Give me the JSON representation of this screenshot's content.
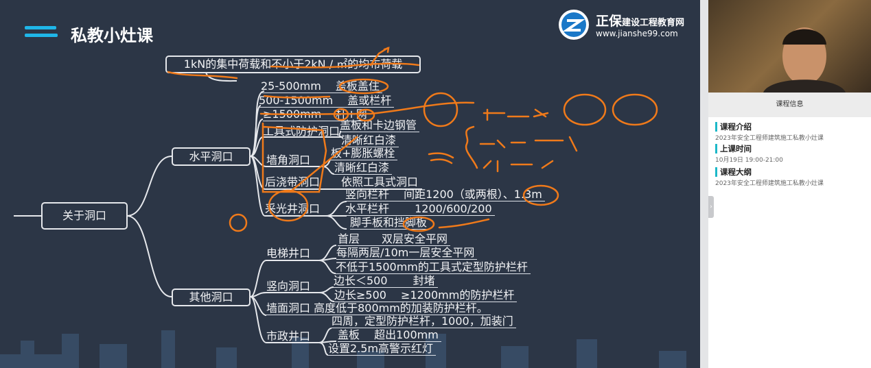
{
  "slide": {
    "title": "私教小灶课",
    "brand": {
      "name": "正保",
      "subtitle": "建设工程教育网",
      "url": "www.jianshe99.com"
    },
    "accent_color": "#1fb6e8",
    "annotation_color": "#f07a1a",
    "mindmap": {
      "root": "关于洞口",
      "top_note": "1kN的集中荷载和不小于2kN / ㎡的均布荷载",
      "horizontal": {
        "label": "水平洞口",
        "items": [
          "25-500mm　 盖板盖住",
          "500-1500mm　 盖或栏杆",
          "≥1500mm　 杆+网",
          "工具式防护洞口",
          "盖板和卡边钢管",
          "清晰红白漆",
          "墙角洞口",
          "板+膨胀螺栓",
          "清晰红白漆",
          "后浇带洞口",
          "依照工具式洞口",
          "采光井洞口",
          "竖向栏杆　 间距1200（或两根）、1.3m",
          "水平栏杆　　 1200/600/200",
          "脚手板和挡脚板"
        ]
      },
      "other": {
        "label": "其他洞口",
        "items": [
          "电梯井口",
          "首层　　双层安全平网",
          "每隔两层/10m一层安全平网",
          "不低于1500mm的工具式定型防护栏杆",
          "竖向洞口",
          "边长＜500　　 封堵",
          "边长≥500　 ≥1200mm的防护栏杆",
          "墙面洞口 高度低于800mm的加装防护栏杆。",
          "市政井口",
          "四周，定型防护栏杆，1000，加装门",
          "盖板　 超出100mm",
          "设置2.5m高警示红灯"
        ]
      }
    }
  },
  "panel": {
    "header": "课程信息",
    "sections": [
      {
        "title": "课程介绍",
        "text": "2023年安全工程师建筑施工私教小灶课"
      },
      {
        "title": "上课时间",
        "text": "10月19日 19:00-21:00"
      },
      {
        "title": "课程大纲",
        "text": "2023年安全工程师建筑施工私教小灶课"
      }
    ]
  }
}
